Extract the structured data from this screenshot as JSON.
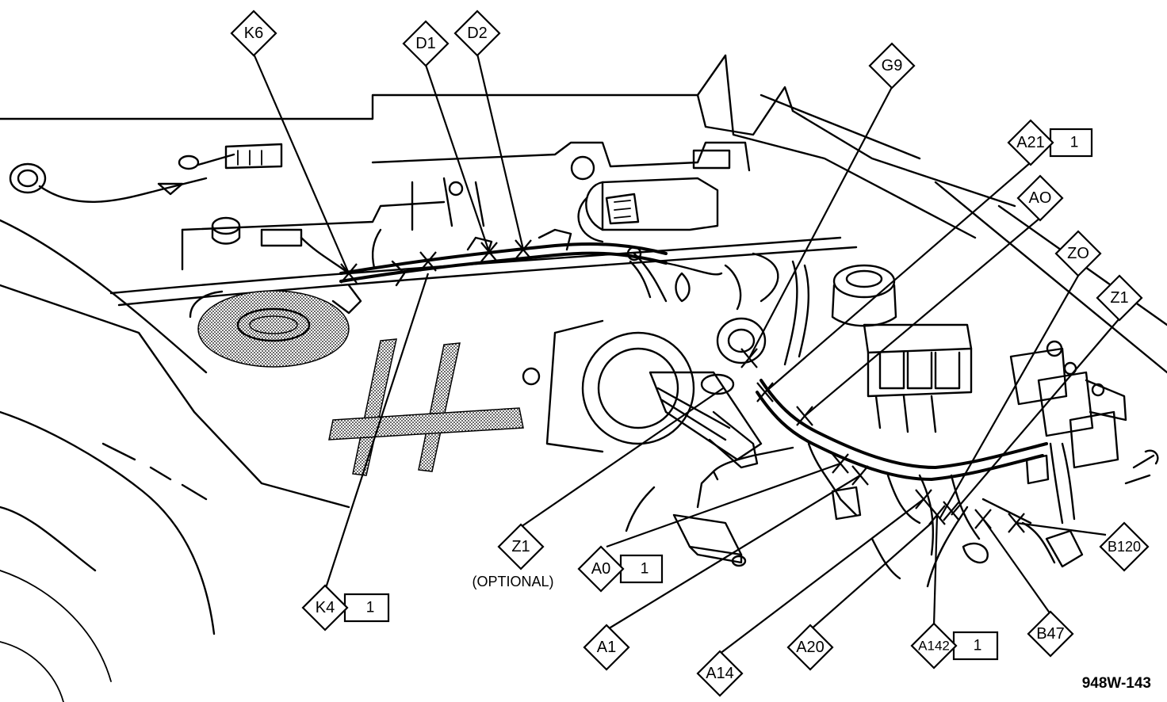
{
  "figure_id": "948W-143",
  "callouts": [
    {
      "id": "k6",
      "label": "K6"
    },
    {
      "id": "d1",
      "label": "D1"
    },
    {
      "id": "d2",
      "label": "D2"
    },
    {
      "id": "g9",
      "label": "G9"
    },
    {
      "id": "a21",
      "label": "A21",
      "number": "1"
    },
    {
      "id": "a0-top",
      "label": "AO"
    },
    {
      "id": "z0",
      "label": "ZO"
    },
    {
      "id": "z1-right",
      "label": "Z1"
    },
    {
      "id": "z1-optional",
      "label": "Z1",
      "note": "(OPTIONAL)"
    },
    {
      "id": "a0-bottom",
      "label": "A0",
      "number": "1"
    },
    {
      "id": "k4",
      "label": "K4",
      "number": "1"
    },
    {
      "id": "a1",
      "label": "A1"
    },
    {
      "id": "a14",
      "label": "A14"
    },
    {
      "id": "a20",
      "label": "A20"
    },
    {
      "id": "a142",
      "label": "A142",
      "number": "1"
    },
    {
      "id": "b47",
      "label": "B47"
    },
    {
      "id": "b120",
      "label": "B120"
    }
  ]
}
